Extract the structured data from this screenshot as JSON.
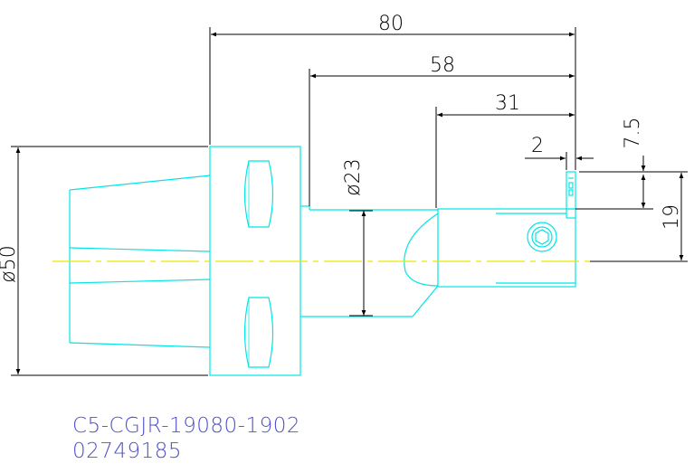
{
  "dimensions": {
    "overall_length": "80",
    "length_58": "58",
    "length_31": "31",
    "width_2": "2",
    "offset_7_5": "7.5",
    "height_19": "19",
    "diameter_23": "ø23",
    "diameter_50": "ø50"
  },
  "part": {
    "code": "C5-CGJR-19080-1902",
    "number": "02749185"
  },
  "colors": {
    "outline": "#00e5e5",
    "centerline": "#e8e800",
    "dimension": "#000000",
    "text": "#5050d0"
  }
}
